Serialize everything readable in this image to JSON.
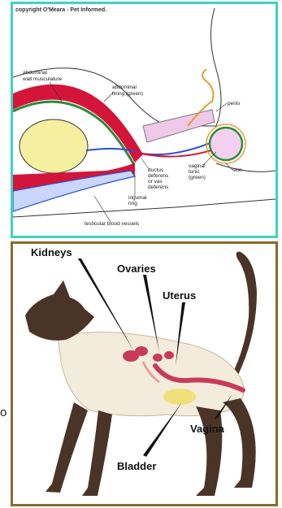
{
  "top_diagram": {
    "copyright": "copyright O'Meara - Pet Informed.",
    "labels": {
      "abdominal_wall": [
        "abdominal",
        "wall musculature"
      ],
      "abdominal_lining": [
        "abdominal",
        "lining (green)"
      ],
      "penis": "penis",
      "ductus": [
        "ductus",
        "deferens",
        "or vas",
        "deferens"
      ],
      "vaginal_tunic": [
        "vaginal",
        "tunic",
        "(green)"
      ],
      "skin": "skin",
      "inguinal_ring": [
        "inguinal",
        "ring"
      ],
      "vessels": "testicular blood vessels"
    },
    "colors": {
      "border": "#3cd3c3",
      "muscle": "#d4153a",
      "lining": "#2e8b3a",
      "bladder": "#f4f0a0",
      "penis": "#f0c8e8",
      "vessel": "#2a4fd0"
    }
  },
  "bottom_diagram": {
    "labels": {
      "kidneys": "Kidneys",
      "ovaries": "Ovaries",
      "uterus": "Uterus",
      "vagina": "Vagina",
      "bladder": "Bladder"
    },
    "colors": {
      "border": "#8a6a2c",
      "cat_body": "#f3ecdc",
      "cat_points": "#4a3428",
      "organs": "#c83a5a"
    }
  },
  "stray_text": "o"
}
